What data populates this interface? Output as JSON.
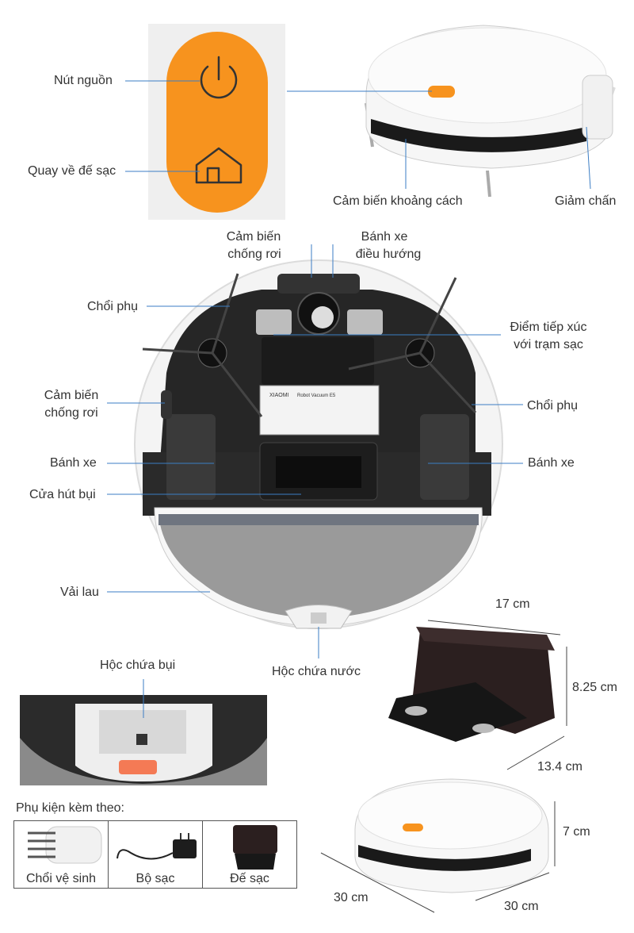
{
  "colors": {
    "accent": "#f7931e",
    "body": "#2b2b2b",
    "line": "#3b7dc4",
    "mop": "#9a9a9a"
  },
  "labels": {
    "power_button": "Nút nguồn",
    "return_dock": "Quay về đế sạc",
    "distance_sensor": "Cảm biến khoảng cách",
    "bumper": "Giảm chấn",
    "cliff_sensor_top_1": "Cảm biến",
    "cliff_sensor_top_2": "chống rơi",
    "nav_wheel_1": "Bánh xe",
    "nav_wheel_2": "điều hướng",
    "side_brush_left": "Chổi phụ",
    "contacts_1": "Điểm tiếp xúc",
    "contacts_2": "với trạm sạc",
    "cliff_sensor_left_1": "Cảm biến",
    "cliff_sensor_left_2": "chống rơi",
    "side_brush_right": "Chổi phụ",
    "wheel_left": "Bánh xe",
    "wheel_right": "Bánh xe",
    "suction_port": "Cửa hút bụi",
    "mop": "Vải lau",
    "water_tank": "Hộc chứa nước",
    "dust_bin": "Hộc chứa bụi"
  },
  "dimensions": {
    "dock_width": "17 cm",
    "dock_height": "8.25 cm",
    "dock_depth": "13.4 cm",
    "robot_height": "7 cm",
    "robot_length": "30 cm",
    "robot_width": "30 cm"
  },
  "accessories": {
    "title": "Phụ kiện kèm theo:",
    "items": [
      "Chổi vệ sinh",
      "Bộ sạc",
      "Đế sạc"
    ]
  },
  "sticker": {
    "brand": "XIAOMI",
    "model": "Robot Vacuum E5"
  }
}
